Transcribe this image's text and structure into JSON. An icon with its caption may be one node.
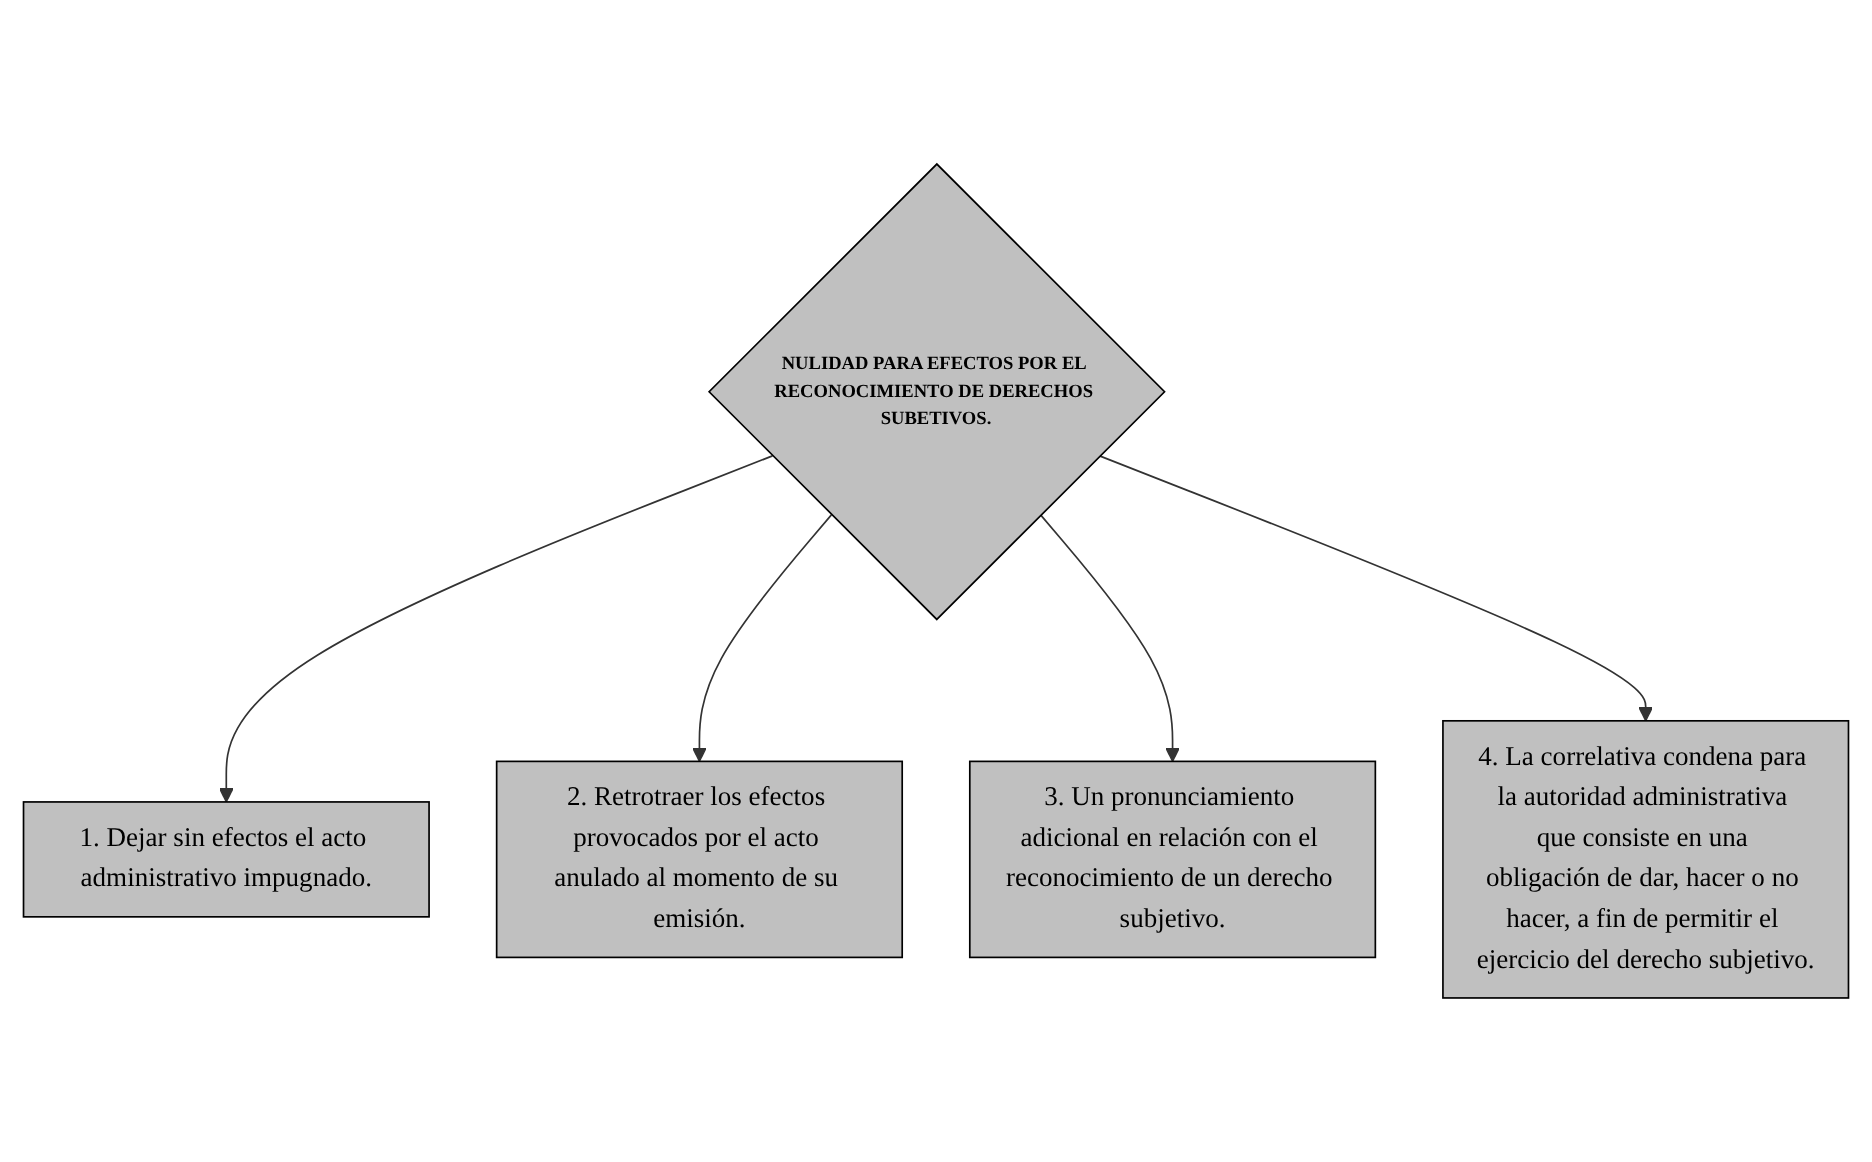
{
  "diagram": {
    "nodes": [
      {
        "text": [
          "2. Retrotraer los efectos provocados por el acto anulado al momento de su emisión."
        ]
      },
      {
        "text": [
          "3. Un pronunciamiento adicional en relación con el reconocimiento de un derecho subjetivo."
        ]
      },
      {
        "text": [
          "1. Dejar sin efectos el acto administrativo impugnado."
        ]
      },
      {
        "text": [
          "NULIDAD PARA EFECTOS POR EL RECONOCIMIENTO DE DERECHOS SUBETIVOS."
        ]
      },
      {
        "text": [
          "4. La correlativa condena para la autoridad administrativa que consiste en una obligación de dar, hacer o no hacer, a fin de permitir el ejercicio del derecho subjetivo."
        ]
      }
    ],
    "edges": [
      {
        "from": 3,
        "to": 2,
        "arrow": "to"
      },
      {
        "from": 3,
        "to": 0,
        "arrow": "to"
      },
      {
        "from": 3,
        "to": 1,
        "arrow": "to"
      },
      {
        "from": 3,
        "to": 4,
        "arrow": "to"
      }
    ]
  }
}
